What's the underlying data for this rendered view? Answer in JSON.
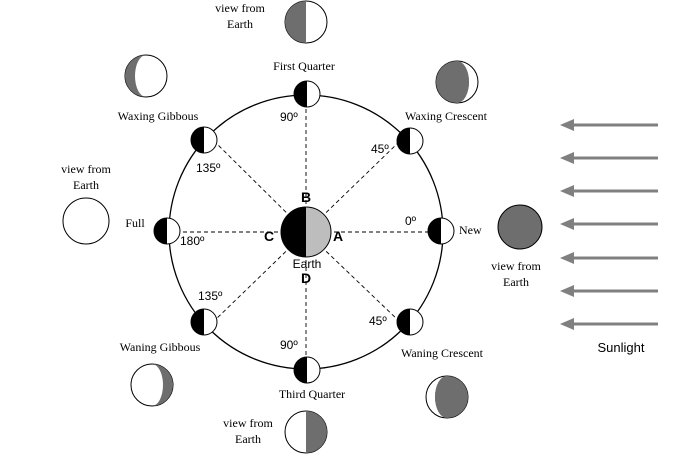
{
  "colors": {
    "dark": "#000000",
    "shade": "#6e6e6e",
    "earth_lit": "#bdbdbd",
    "arrow": "#808080",
    "line": "#000000",
    "background": "#ffffff"
  },
  "labels": {
    "first_quarter": "First Quarter",
    "third_quarter": "Third Quarter",
    "waxing_gibbous": "Waxing Gibbous",
    "waxing_crescent": "Waxing Crescent",
    "waning_gibbous": "Waning Gibbous",
    "waning_crescent": "Waning Crescent",
    "full": "Full",
    "new": "New",
    "earth": "Earth",
    "sunlight": "Sunlight",
    "view_line1": "view from",
    "view_line2": "Earth"
  },
  "angles": {
    "deg_0": "0º",
    "deg_45_upper": "45º",
    "deg_45_lower": "45º",
    "deg_90_upper": "90º",
    "deg_90_lower": "90º",
    "deg_135_upper": "135º",
    "deg_135_lower": "135º",
    "deg_180": "180º"
  },
  "points": {
    "a": "A",
    "b": "B",
    "c": "C",
    "d": "D"
  },
  "sunlight_arrow_count": 7
}
